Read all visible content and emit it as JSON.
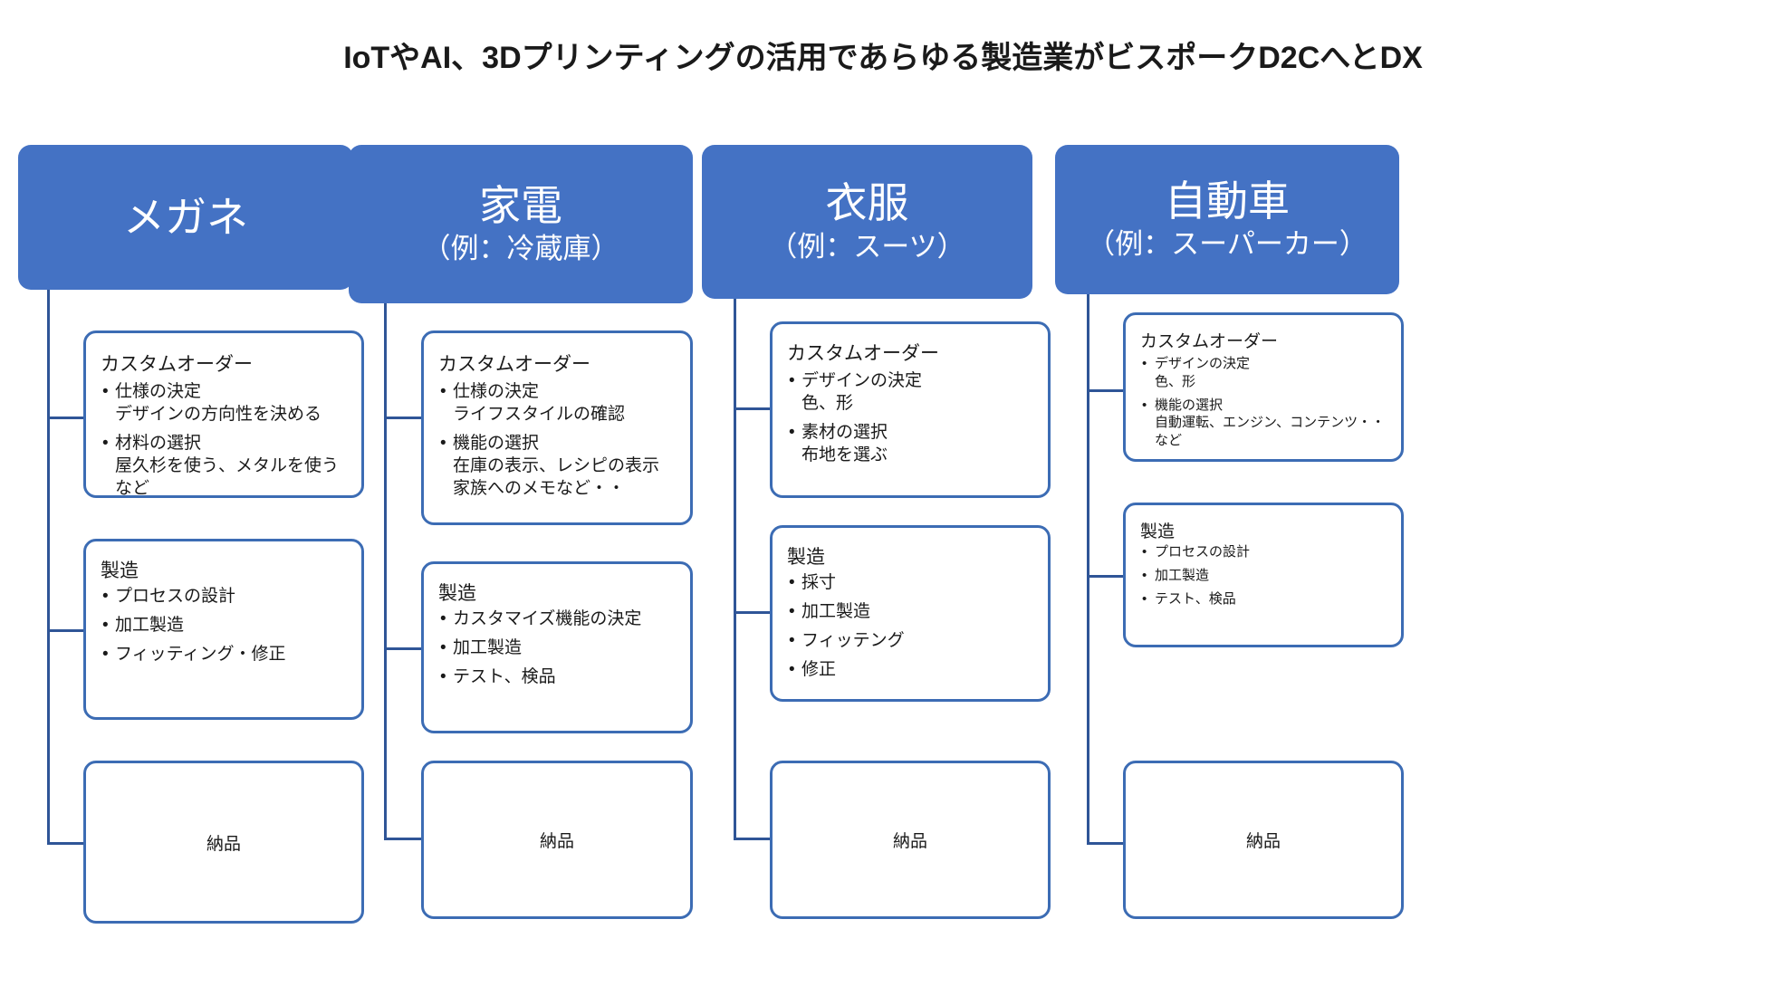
{
  "title": "IoTやAI、3Dプリンティングの活用であらゆる製造業がビスポークD2CへとDX",
  "colors": {
    "header_fill": "#4472C4",
    "card_border": "#3C6CB4",
    "connector": "#2F5597",
    "text": "#1A1A1A",
    "background": "#FFFFFF"
  },
  "columns": [
    {
      "header": {
        "main": "メガネ",
        "sub": ""
      },
      "cards": [
        {
          "title": "カスタムオーダー",
          "items": [
            {
              "main": "仕様の決定",
              "sub": "デザインの方向性を決める"
            },
            {
              "main": "材料の選択",
              "sub": "屋久杉を使う、メタルを使うなど"
            }
          ]
        },
        {
          "title": "製造",
          "items": [
            {
              "main": "プロセスの設計",
              "sub": ""
            },
            {
              "main": "加工製造",
              "sub": ""
            },
            {
              "main": "フィッティング・修正",
              "sub": ""
            }
          ]
        },
        {
          "title": "",
          "delivery_label": "納品",
          "items": []
        }
      ]
    },
    {
      "header": {
        "main": "家電",
        "sub": "（例：冷蔵庫）"
      },
      "cards": [
        {
          "title": "カスタムオーダー",
          "items": [
            {
              "main": "仕様の決定",
              "sub": "ライフスタイルの確認"
            },
            {
              "main": "機能の選択",
              "sub": "在庫の表示、レシピの表示\n家族へのメモなど・・"
            }
          ]
        },
        {
          "title": "製造",
          "items": [
            {
              "main": "カスタマイズ機能の決定",
              "sub": ""
            },
            {
              "main": "加工製造",
              "sub": ""
            },
            {
              "main": "テスト、検品",
              "sub": ""
            }
          ]
        },
        {
          "title": "",
          "delivery_label": "納品",
          "items": []
        }
      ]
    },
    {
      "header": {
        "main": "衣服",
        "sub": "（例：スーツ）"
      },
      "cards": [
        {
          "title": "カスタムオーダー",
          "items": [
            {
              "main": "デザインの決定",
              "sub": "色、形"
            },
            {
              "main": "素材の選択",
              "sub": "布地を選ぶ"
            }
          ]
        },
        {
          "title": "製造",
          "items": [
            {
              "main": "採寸",
              "sub": ""
            },
            {
              "main": "加工製造",
              "sub": ""
            },
            {
              "main": "フィッテング",
              "sub": ""
            },
            {
              "main": "修正",
              "sub": ""
            }
          ]
        },
        {
          "title": "",
          "delivery_label": "納品",
          "items": []
        }
      ]
    },
    {
      "header": {
        "main": "自動車",
        "sub": "（例：スーパーカー）"
      },
      "cards": [
        {
          "title": "カスタムオーダー",
          "items": [
            {
              "main": "デザインの決定",
              "sub": "色、形"
            },
            {
              "main": "機能の選択",
              "sub": "自動運転、エンジン、コンテンツ・・など"
            }
          ]
        },
        {
          "title": "製造",
          "items": [
            {
              "main": "プロセスの設計",
              "sub": ""
            },
            {
              "main": "加工製造",
              "sub": ""
            },
            {
              "main": "テスト、検品",
              "sub": ""
            }
          ]
        },
        {
          "title": "",
          "delivery_label": "納品",
          "items": []
        }
      ]
    }
  ]
}
